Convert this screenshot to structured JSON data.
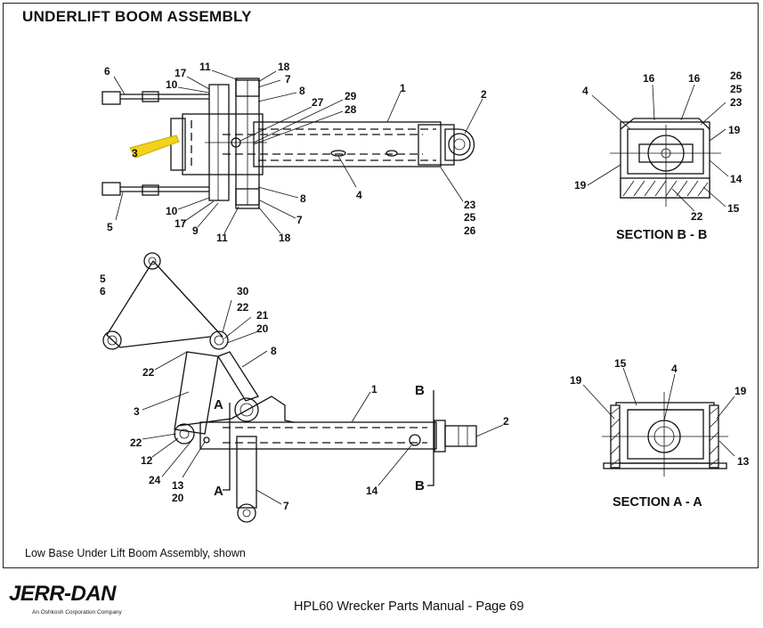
{
  "page": {
    "title": "UNDERLIFT BOOM ASSEMBLY",
    "caption": "Low Base Under Lift Boom Assembly, shown",
    "footer": "HPL60 Wrecker Parts Manual  -  Page 69",
    "logo": {
      "brand": "JERR-DAN",
      "tagline": "An Oshkosh Corporation Company"
    }
  },
  "sections": {
    "bb": "SECTION  B - B",
    "aa": "SECTION  A - A",
    "mark_a": "A",
    "mark_b": "B"
  },
  "callouts": {
    "top": [
      "6",
      "17",
      "10",
      "11",
      "18",
      "7",
      "8",
      "1",
      "29",
      "28",
      "27",
      "2",
      "3",
      "4",
      "5",
      "10",
      "17",
      "9",
      "11",
      "18",
      "7",
      "8",
      "23",
      "25",
      "26"
    ],
    "side": [
      "5",
      "6",
      "30",
      "22",
      "21",
      "20",
      "8",
      "22",
      "3",
      "1",
      "2",
      "22",
      "12",
      "24",
      "13",
      "20",
      "14",
      "7"
    ],
    "bb": [
      "4",
      "16",
      "16",
      "26",
      "25",
      "23",
      "19",
      "19",
      "14",
      "22",
      "15"
    ],
    "aa": [
      "15",
      "4",
      "19",
      "19",
      "13"
    ]
  },
  "colors": {
    "highlight": "#f2d21b",
    "line": "#111111"
  }
}
